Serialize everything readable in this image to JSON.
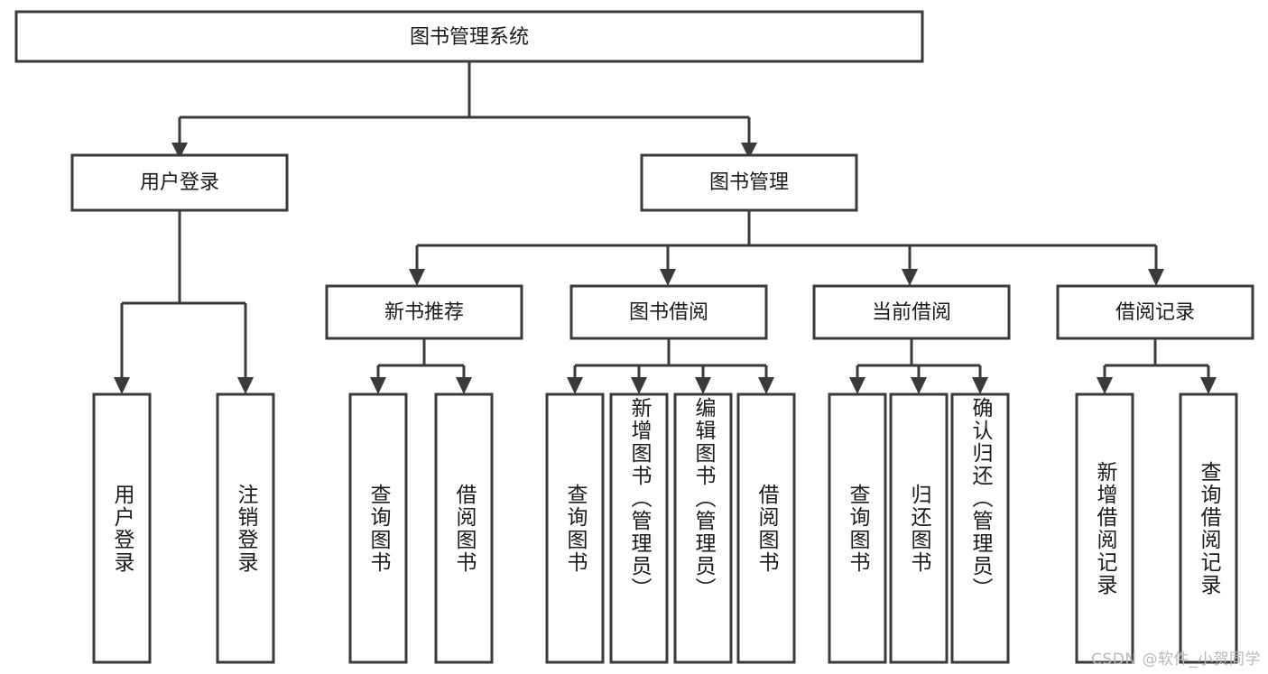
{
  "diagram": {
    "type": "tree-hierarchy",
    "title": "图书管理系统",
    "root": {
      "label": "图书管理系统"
    },
    "level2": [
      {
        "label": "用户登录"
      },
      {
        "label": "图书管理"
      }
    ],
    "level3": [
      {
        "label": "新书推荐"
      },
      {
        "label": "图书借阅"
      },
      {
        "label": "当前借阅"
      },
      {
        "label": "借阅记录"
      }
    ],
    "leaves": {
      "user_login": [
        "用户登录",
        "注销登录"
      ],
      "new_book_recommend": [
        "查询图书",
        "借阅图书"
      ],
      "book_borrow": [
        "查询图书",
        "新增图书（管理员）",
        "编辑图书（管理员）",
        "借阅图书"
      ],
      "current_borrow": [
        "查询图书",
        "归还图书",
        "确认归还（管理员）"
      ],
      "borrow_record": [
        "新增借阅记录",
        "查询借阅记录"
      ]
    }
  },
  "watermark": {
    "text": "CSDN @软件_小贺同学"
  },
  "colors": {
    "box_stroke": "#3a3a3a",
    "box_fill": "#ffffff",
    "text": "#1a1a1a",
    "watermark": "#b9b9b9",
    "background": "#ffffff"
  }
}
